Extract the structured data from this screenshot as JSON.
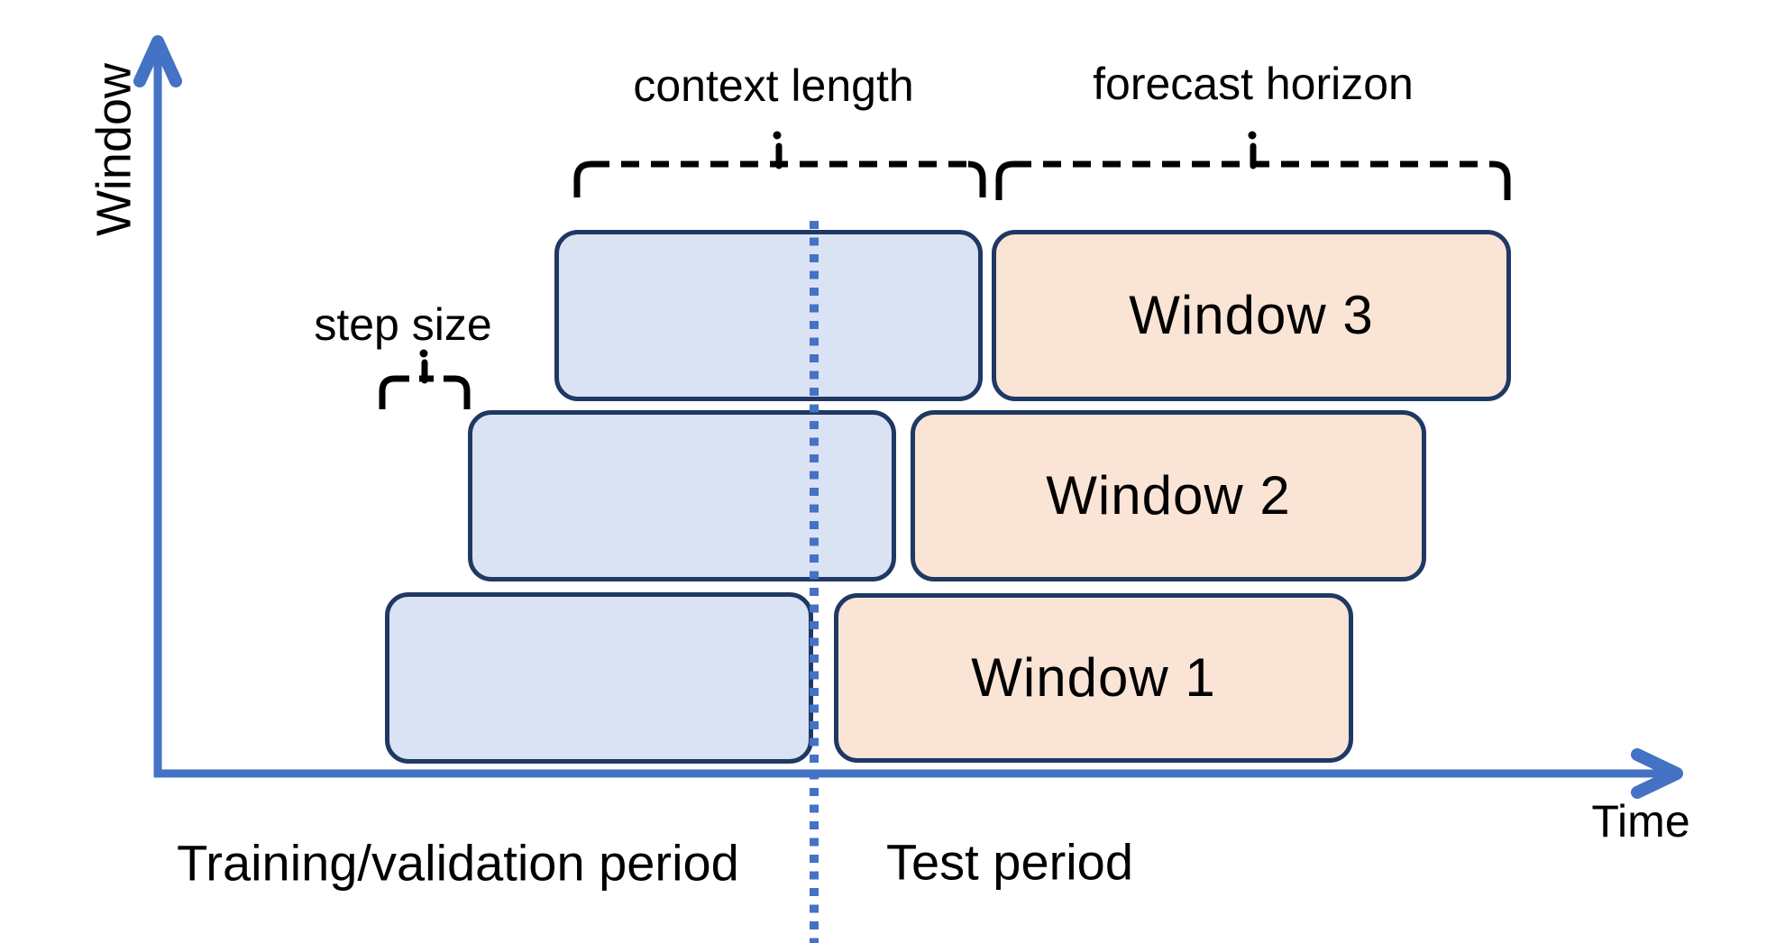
{
  "axes": {
    "y_label": "Window",
    "x_label": "Time"
  },
  "annotations": {
    "context_length": "context length",
    "forecast_horizon": "forecast horizon",
    "step_size": "step size"
  },
  "periods": {
    "training": "Training/validation period",
    "test": "Test period"
  },
  "windows": [
    {
      "label": "Window 1"
    },
    {
      "label": "Window 2"
    },
    {
      "label": "Window 3"
    }
  ],
  "colors": {
    "axis_blue": "#4472C4",
    "box_border_navy": "#1F3864",
    "context_fill_blue": "#DAE3F3",
    "forecast_fill_peach": "#FAE4D5",
    "brace_black": "#000000",
    "text_black": "#000000"
  }
}
